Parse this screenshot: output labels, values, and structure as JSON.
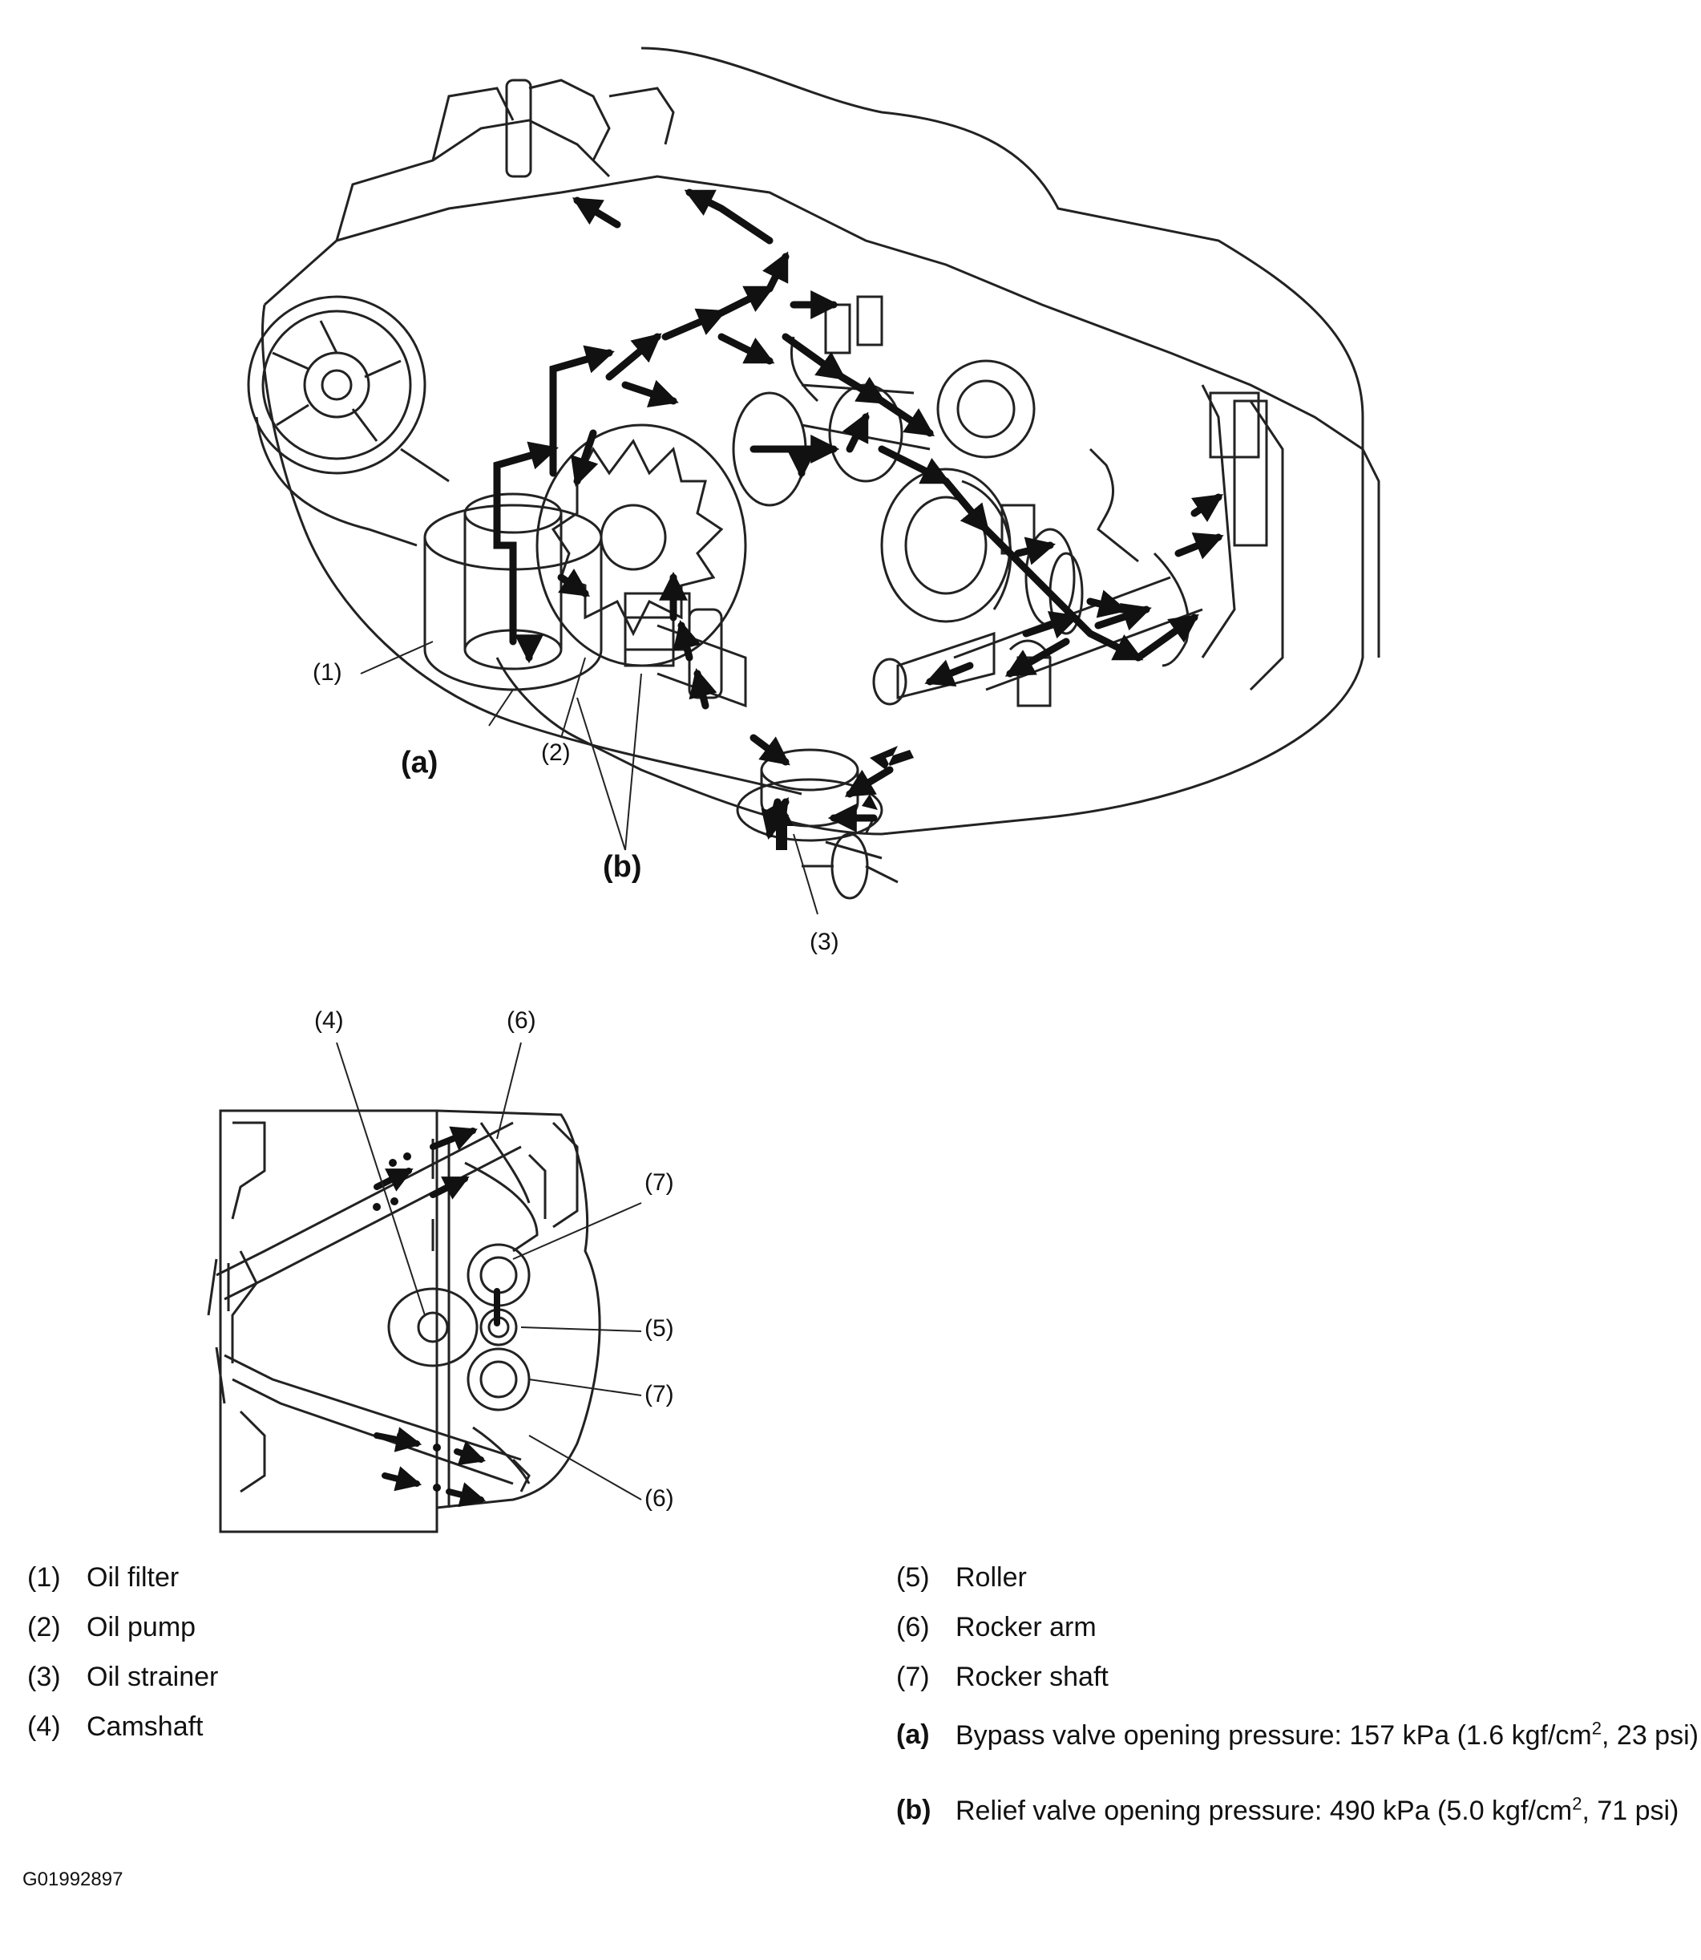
{
  "callouts": {
    "c1": "(1)",
    "c2": "(2)",
    "c3": "(3)",
    "ca": "(a)",
    "cb": "(b)",
    "c4": "(4)",
    "c6_top": "(6)",
    "c7_top": "(7)",
    "c5": "(5)",
    "c7_bottom": "(7)",
    "c6_bottom": "(6)"
  },
  "legend": {
    "items": [
      {
        "key": "(1)",
        "label": "Oil filter"
      },
      {
        "key": "(2)",
        "label": "Oil pump"
      },
      {
        "key": "(3)",
        "label": "Oil strainer"
      },
      {
        "key": "(4)",
        "label": "Camshaft"
      },
      {
        "key": "(5)",
        "label": "Roller"
      },
      {
        "key": "(6)",
        "label": "Rocker arm"
      },
      {
        "key": "(7)",
        "label": "Rocker shaft"
      }
    ],
    "notes": [
      {
        "key": "(a)",
        "label_part1": "Bypass valve opening pressure: 157 kPa (1.6 kgf/cm",
        "sup": "2",
        "label_part2": ", 23 psi)"
      },
      {
        "key": "(b)",
        "label_part1": "Relief valve opening pressure: 490 kPa (5.0 kgf/cm",
        "sup": "2",
        "label_part2": ", 71 psi)"
      }
    ]
  },
  "figure_id": "G01992897"
}
